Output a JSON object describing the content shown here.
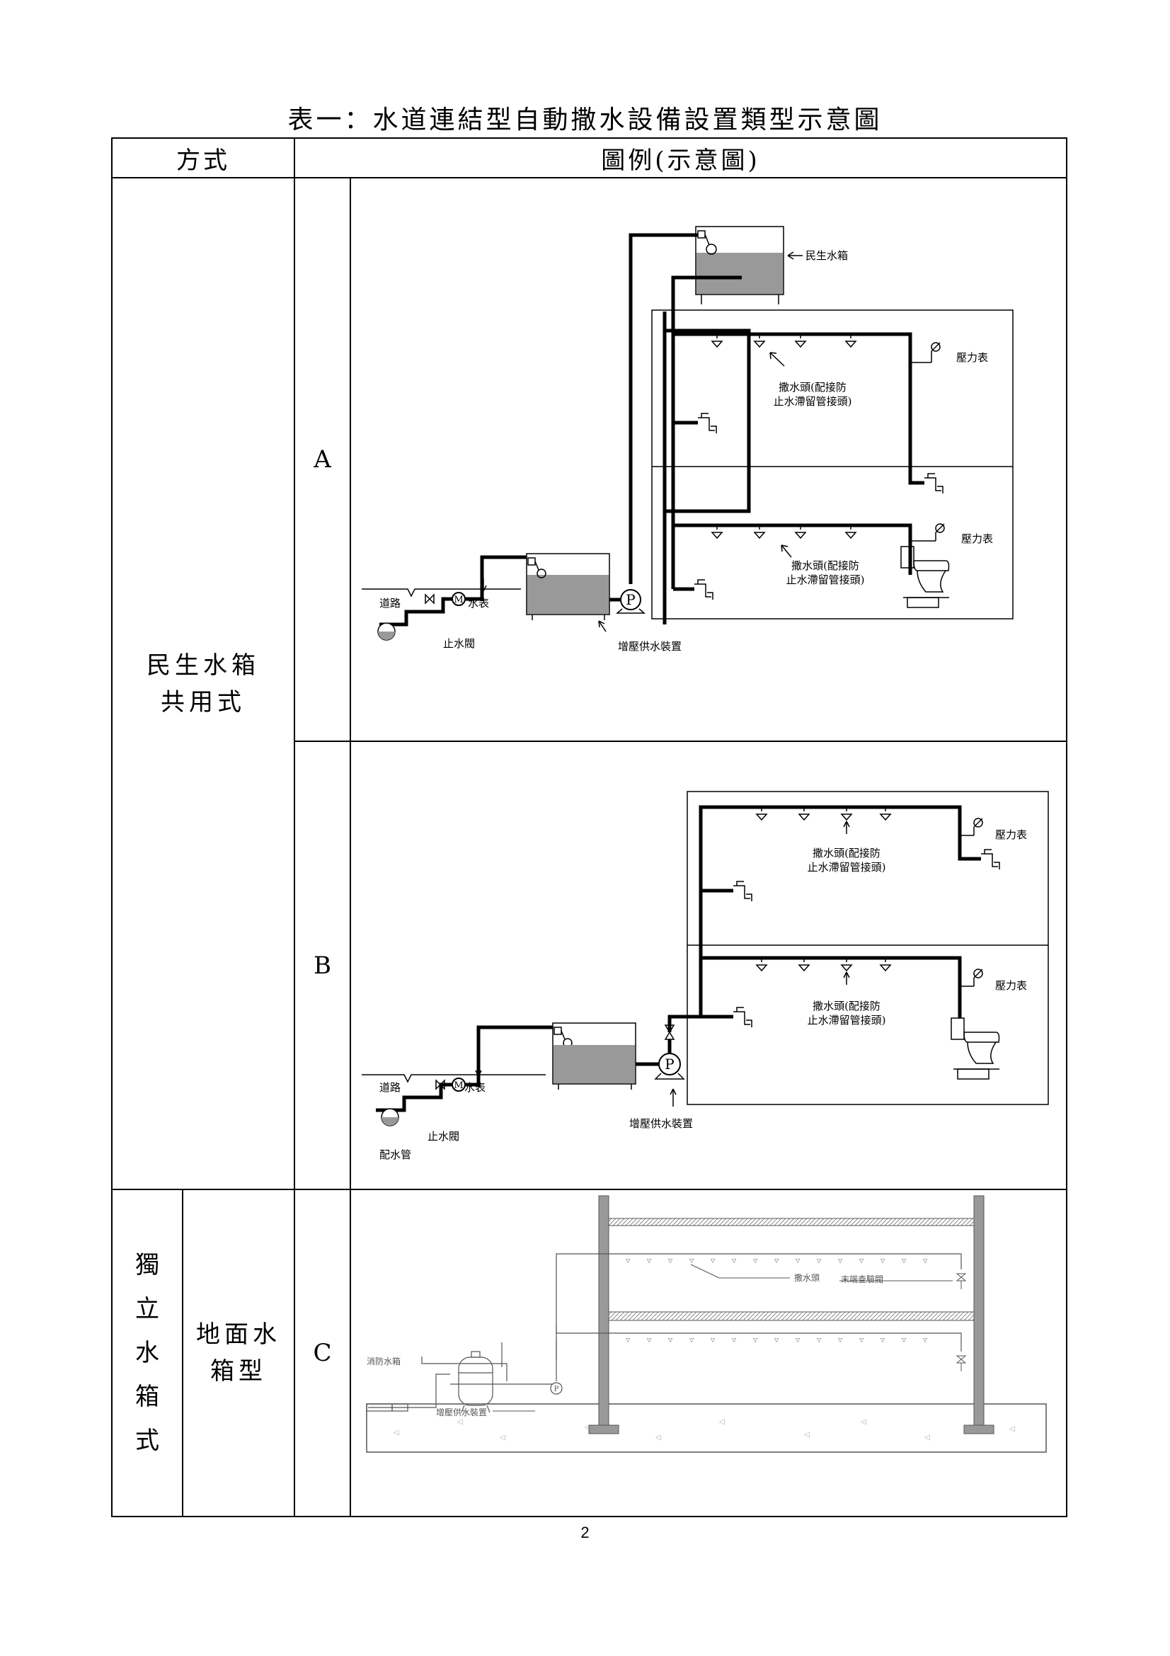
{
  "title": "表一：水道連結型自動撒水設備設置類型示意圖",
  "header": {
    "method": "方式",
    "legend": "圖例(示意圖)"
  },
  "rows": {
    "shared": {
      "label_line1": "民生水箱",
      "label_line2": "共用式"
    },
    "independent": {
      "label_chars": [
        "獨",
        "立",
        "水",
        "箱",
        "式"
      ],
      "sub_line1": "地面水",
      "sub_line2": "箱型"
    }
  },
  "diagram_a": {
    "letter": "A",
    "tank_label": "民生水箱",
    "sprinkler_line1": "撒水頭(配接防",
    "sprinkler_line2": "止水滯留管接頭)",
    "gauge_label": "壓力表",
    "road": "道路",
    "meter": "水表",
    "valve": "止水閥",
    "booster": "增壓供水裝置",
    "pump_symbol": "P",
    "meter_symbol": "M"
  },
  "diagram_b": {
    "letter": "B",
    "sprinkler_line1": "撒水頭(配接防",
    "sprinkler_line2": "止水滯留管接頭)",
    "gauge_label": "壓力表",
    "road": "道路",
    "meter": "水表",
    "valve": "止水閥",
    "booster": "增壓供水裝置",
    "main_pipe": "配水管",
    "pump_symbol": "P",
    "meter_symbol": "M"
  },
  "diagram_c": {
    "letter": "C",
    "sprinkler": "撒水頭",
    "test_valve": "末端查驗閥",
    "fire_tank": "消防水箱",
    "booster": "增壓供水裝置",
    "pump_symbol": "P"
  },
  "page_number": "2"
}
